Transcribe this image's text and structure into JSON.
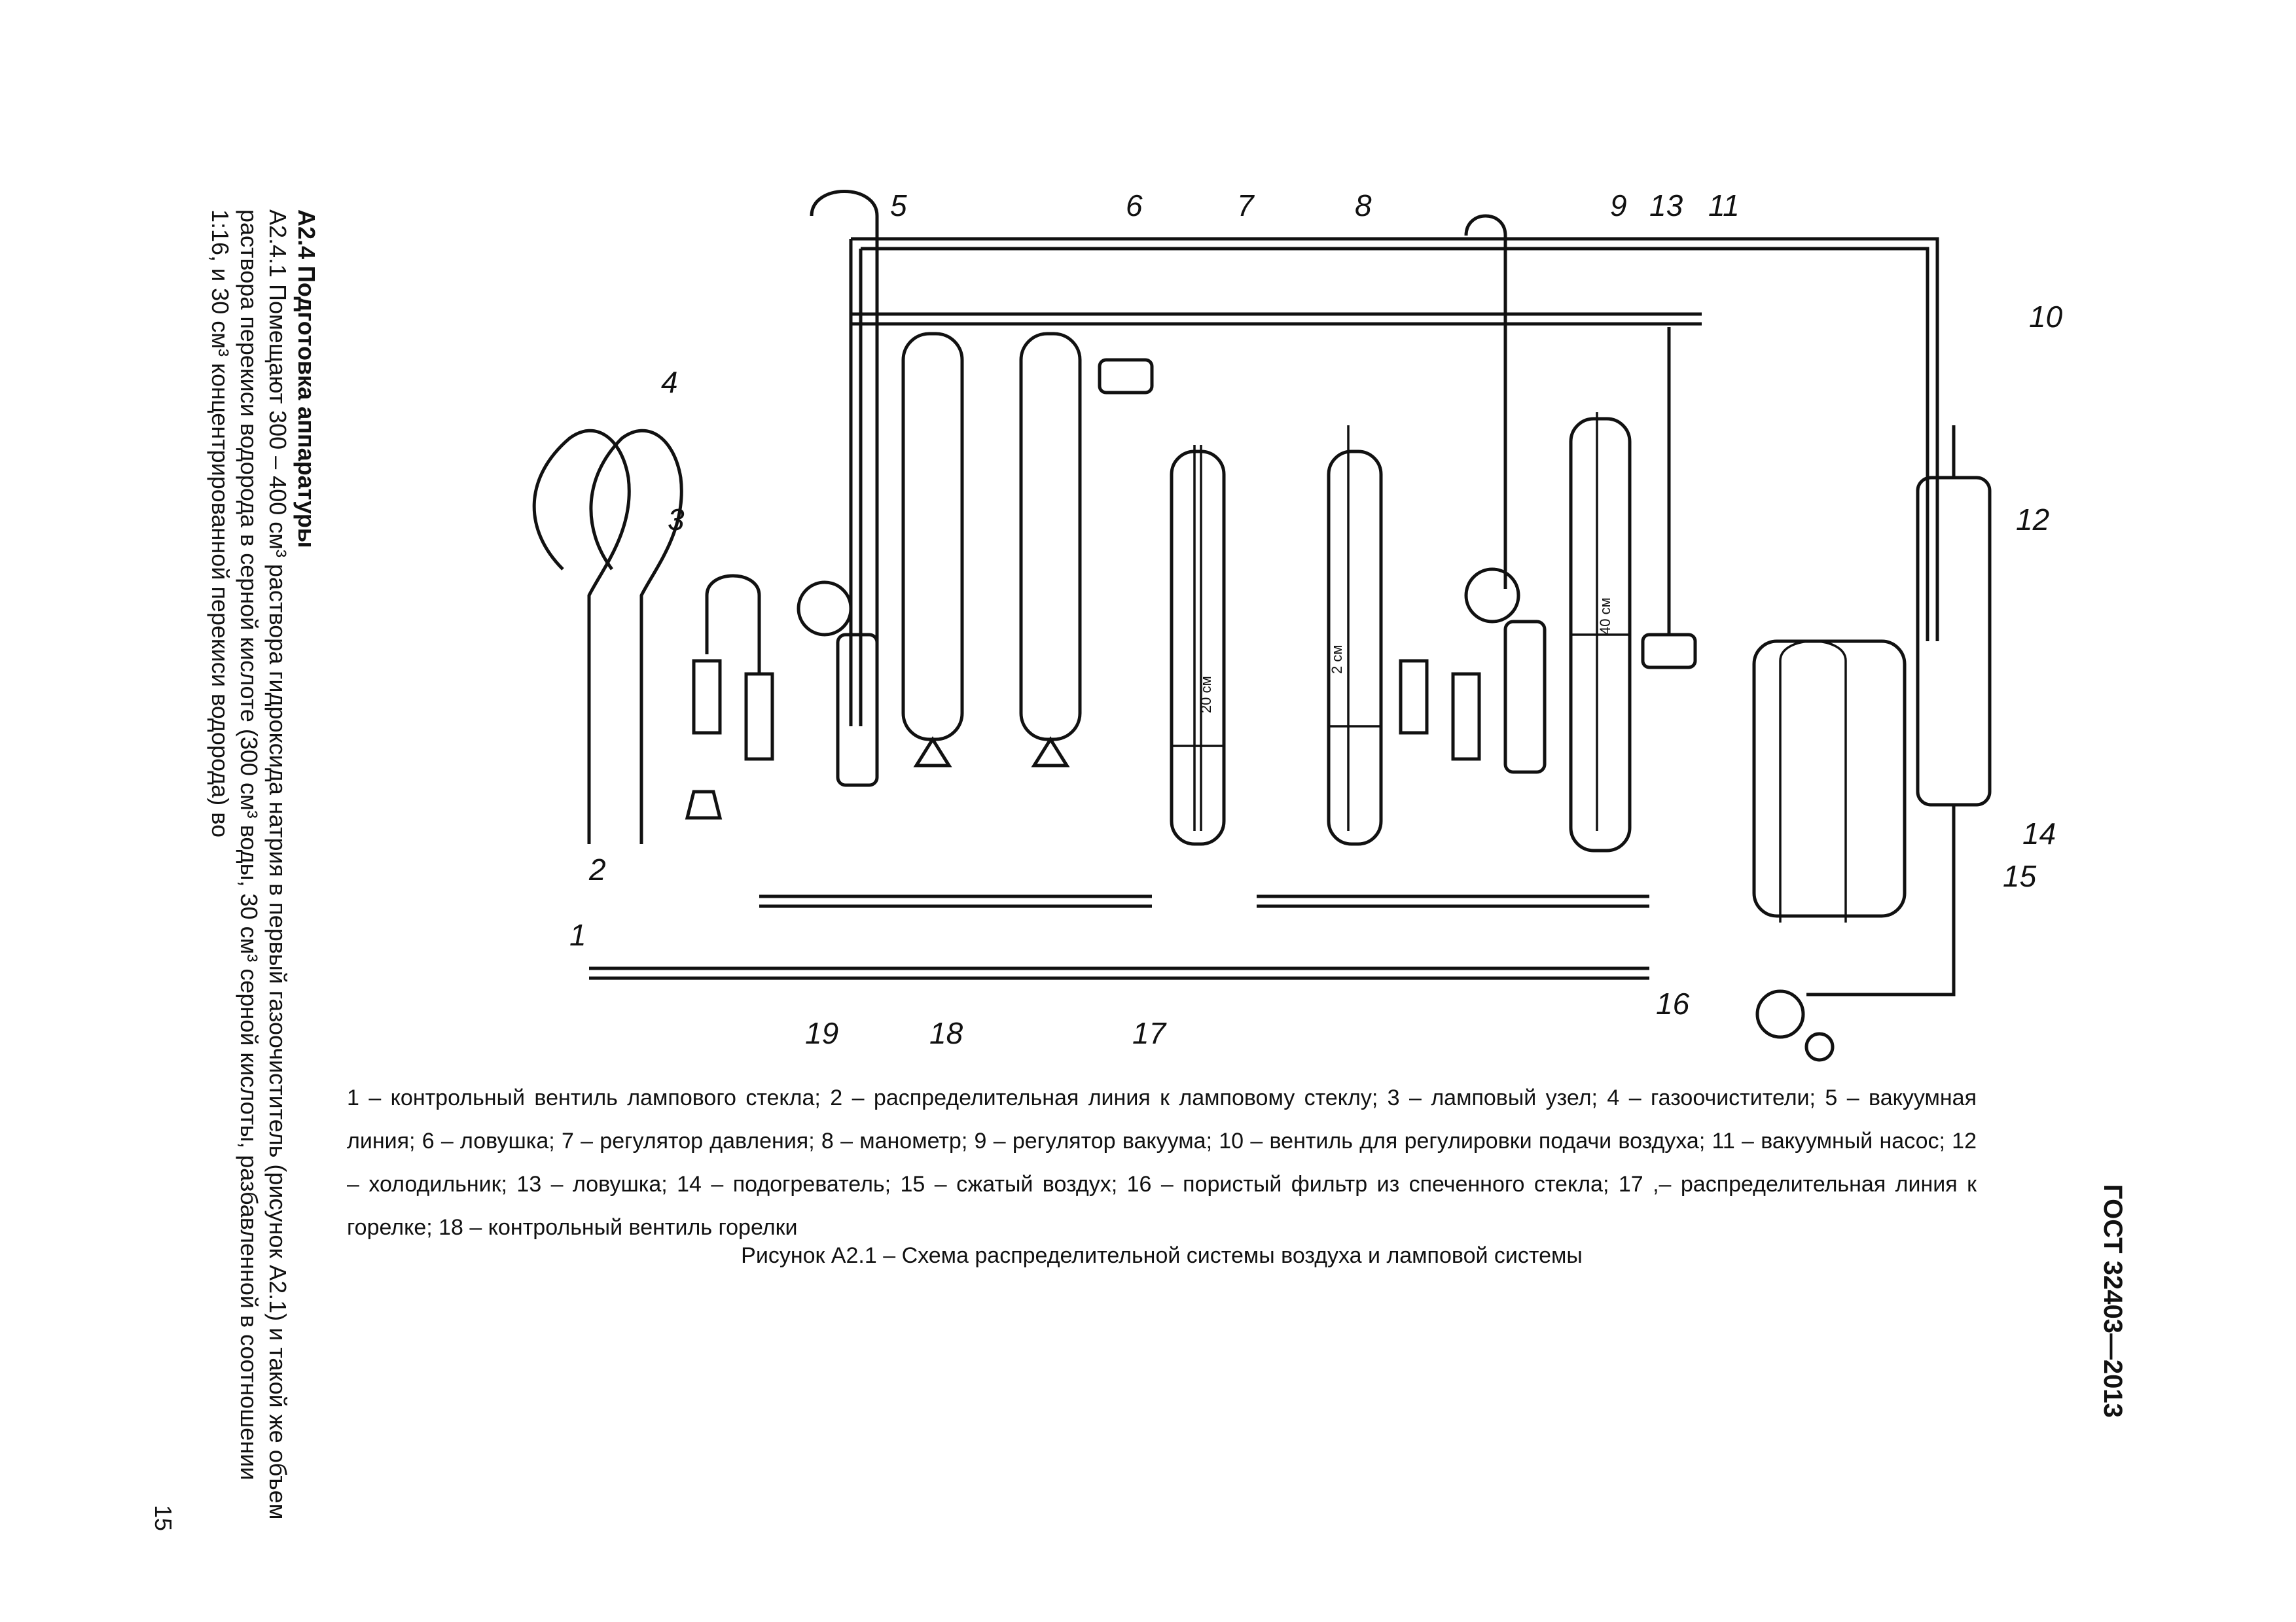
{
  "section": {
    "heading": "А2.4 Подготовка аппаратуры",
    "paragraph": "А2.4.1 Помещают 300 – 400 см³ раствора гидроксида натрия в первый газоочиститель (рисунок А2.1) и такой же объем раствора перекиси водорода в серной кислоте (300 см³ воды, 30 см³ серной кислоты, разбавленной в соотношении 1:16, и 30 см³ концентрированной перекиси водорода) во",
    "page_number": "15"
  },
  "header": {
    "standard": "ГОСТ 32403—2013"
  },
  "diagram": {
    "labels": [
      "1",
      "2",
      "3",
      "4",
      "5",
      "6",
      "7",
      "8",
      "9",
      "10",
      "11",
      "12",
      "13",
      "14",
      "15",
      "16",
      "17",
      "18",
      "19"
    ],
    "tick_20": "20 см",
    "tick_2": "2 см",
    "tick_40": "40 см"
  },
  "legend": "1 – контрольный вентиль лампового стекла; 2 – распределительная линия к ламповому стеклу; 3 – ламповый узел; 4 – газоочистители; 5 – вакуумная линия; 6 – ловушка; 7 – регулятор давления; 8 – манометр; 9 – регулятор вакуума; 10 – вентиль для регулировки подачи воздуха; 11 – вакуумный насос; 12 – холодильник; 13 – ловушка; 14 – подогреватель; 15 – сжатый воздух; 16 – пористый фильтр из спеченного стекла; 17 ,– распределительная линия к горелке; 18 – контрольный вентиль горелки",
  "caption": "Рисунок А2.1 – Схема распределительной системы воздуха и ламповой системы"
}
